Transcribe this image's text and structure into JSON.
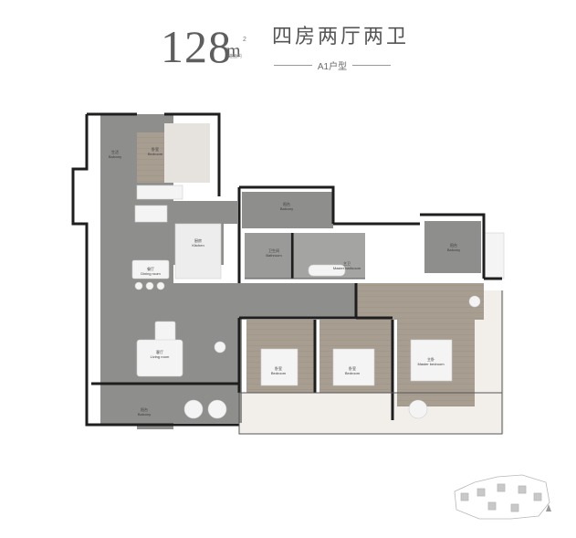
{
  "header": {
    "area_number": "128",
    "area_unit": "m",
    "area_unit_superscript": "2",
    "area_unit_note": "建面约",
    "title": "四房两厅两卫",
    "layout_code": "A1户型"
  },
  "rooms": {
    "balcony_left": {
      "cn": "生活",
      "en": "Balcony"
    },
    "bedroom_top": {
      "cn": "卧室",
      "en": "Bedroom"
    },
    "balcony_top": {
      "cn": "阳台",
      "en": "Balcony"
    },
    "balcony_right": {
      "cn": "阳台",
      "en": "Balcony"
    },
    "kitchen": {
      "cn": "厨房",
      "en": "Kitchen"
    },
    "bathroom": {
      "cn": "卫生间",
      "en": "Bathroom"
    },
    "master_bathroom": {
      "cn": "主卫",
      "en": "Master bathroom"
    },
    "dining_room": {
      "cn": "餐厅",
      "en": "Dining room"
    },
    "living_room": {
      "cn": "客厅",
      "en": "Living room"
    },
    "bedroom_1": {
      "cn": "卧室",
      "en": "Bedroom"
    },
    "bedroom_2": {
      "cn": "卧室",
      "en": "Bedroom"
    },
    "master_bedroom": {
      "cn": "主卧",
      "en": "Master bedroom"
    },
    "balcony_bottom": {
      "cn": "阳台",
      "en": "Balcony"
    }
  },
  "colors": {
    "wall": "#1f1f1f",
    "floor_stone": "#8d8d8b",
    "floor_wood": "#a59b8f",
    "terrace": "#f1eeea",
    "text": "#5e5e5e"
  }
}
